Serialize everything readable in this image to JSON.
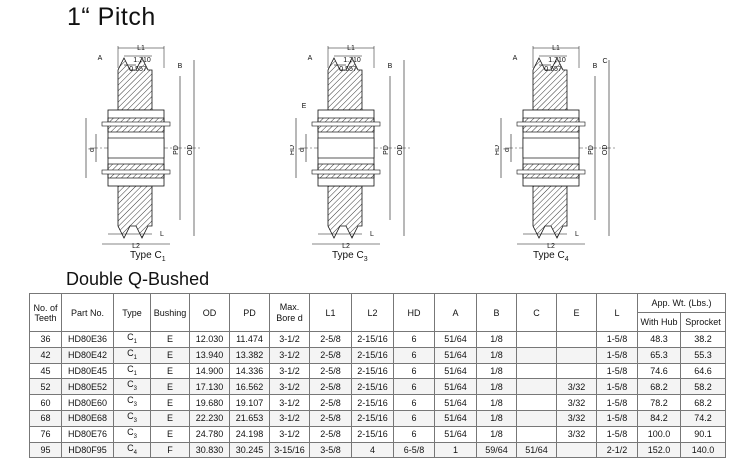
{
  "page": {
    "title": "1“ Pitch",
    "subtitle": "Double Q-Bushed"
  },
  "diagrams": [
    {
      "caption_main": "Type C",
      "caption_sub": "1",
      "labels": {
        "L1": "L1",
        "dim1": "1.710",
        "dim2": "0.557",
        "A": "A",
        "B": "B",
        "E": "",
        "C": "",
        "HD": "",
        "PD": "PD",
        "OD": "OD",
        "d": "d",
        "L": "L",
        "L2": "L2"
      }
    },
    {
      "caption_main": "Type C",
      "caption_sub": "3",
      "labels": {
        "L1": "L1",
        "dim1": "1.710",
        "dim2": "0.557",
        "A": "A",
        "B": "B",
        "E": "E",
        "C": "",
        "HD": "HD",
        "PD": "PD",
        "OD": "OD",
        "d": "d",
        "L": "L",
        "L2": "L2"
      }
    },
    {
      "caption_main": "Type C",
      "caption_sub": "4",
      "labels": {
        "L1": "L1",
        "dim1": "1.710",
        "dim2": "0.557",
        "A": "A",
        "B": "B",
        "E": "",
        "C": "C",
        "HD": "HD",
        "PD": "PD",
        "OD": "OD",
        "d": "d",
        "L": "L",
        "L2": "L2"
      }
    }
  ],
  "table": {
    "headers": {
      "teeth": "No. of Teeth",
      "part": "Part No.",
      "type": "Type",
      "bushing": "Bushing",
      "od": "OD",
      "pd": "PD",
      "bore": "Max. Bore d",
      "l1": "L1",
      "l2": "L2",
      "hd": "HD",
      "a": "A",
      "b": "B",
      "c": "C",
      "e": "E",
      "l": "L",
      "wt": "App. Wt. (Lbs.)",
      "with_hub": "With Hub",
      "sprocket": "Sprocket"
    },
    "rows": [
      {
        "teeth": "36",
        "part": "HD80E36",
        "type_main": "C",
        "type_sub": "1",
        "bushing": "E",
        "od": "12.030",
        "pd": "11.474",
        "bore": "3-1/2",
        "l1": "2-5/8",
        "l2": "2-15/16",
        "hd": "6",
        "a": "51/64",
        "b": "1/8",
        "c": "",
        "e": "",
        "l": "1-5/8",
        "with_hub": "48.3",
        "sprocket": "38.2"
      },
      {
        "teeth": "42",
        "part": "HD80E42",
        "type_main": "C",
        "type_sub": "1",
        "bushing": "E",
        "od": "13.940",
        "pd": "13.382",
        "bore": "3-1/2",
        "l1": "2-5/8",
        "l2": "2-15/16",
        "hd": "6",
        "a": "51/64",
        "b": "1/8",
        "c": "",
        "e": "",
        "l": "1-5/8",
        "with_hub": "65.3",
        "sprocket": "55.3"
      },
      {
        "teeth": "45",
        "part": "HD80E45",
        "type_main": "C",
        "type_sub": "1",
        "bushing": "E",
        "od": "14.900",
        "pd": "14.336",
        "bore": "3-1/2",
        "l1": "2-5/8",
        "l2": "2-15/16",
        "hd": "6",
        "a": "51/64",
        "b": "1/8",
        "c": "",
        "e": "",
        "l": "1-5/8",
        "with_hub": "74.6",
        "sprocket": "64.6"
      },
      {
        "teeth": "52",
        "part": "HD80E52",
        "type_main": "C",
        "type_sub": "3",
        "bushing": "E",
        "od": "17.130",
        "pd": "16.562",
        "bore": "3-1/2",
        "l1": "2-5/8",
        "l2": "2-15/16",
        "hd": "6",
        "a": "51/64",
        "b": "1/8",
        "c": "",
        "e": "3/32",
        "l": "1-5/8",
        "with_hub": "68.2",
        "sprocket": "58.2"
      },
      {
        "teeth": "60",
        "part": "HD80E60",
        "type_main": "C",
        "type_sub": "3",
        "bushing": "E",
        "od": "19.680",
        "pd": "19.107",
        "bore": "3-1/2",
        "l1": "2-5/8",
        "l2": "2-15/16",
        "hd": "6",
        "a": "51/64",
        "b": "1/8",
        "c": "",
        "e": "3/32",
        "l": "1-5/8",
        "with_hub": "78.2",
        "sprocket": "68.2"
      },
      {
        "teeth": "68",
        "part": "HD80E68",
        "type_main": "C",
        "type_sub": "3",
        "bushing": "E",
        "od": "22.230",
        "pd": "21.653",
        "bore": "3-1/2",
        "l1": "2-5/8",
        "l2": "2-15/16",
        "hd": "6",
        "a": "51/64",
        "b": "1/8",
        "c": "",
        "e": "3/32",
        "l": "1-5/8",
        "with_hub": "84.2",
        "sprocket": "74.2"
      },
      {
        "teeth": "76",
        "part": "HD80E76",
        "type_main": "C",
        "type_sub": "3",
        "bushing": "E",
        "od": "24.780",
        "pd": "24.198",
        "bore": "3-1/2",
        "l1": "2-5/8",
        "l2": "2-15/16",
        "hd": "6",
        "a": "51/64",
        "b": "1/8",
        "c": "",
        "e": "3/32",
        "l": "1-5/8",
        "with_hub": "100.0",
        "sprocket": "90.1"
      },
      {
        "teeth": "95",
        "part": "HD80F95",
        "type_main": "C",
        "type_sub": "4",
        "bushing": "F",
        "od": "30.830",
        "pd": "30.245",
        "bore": "3-15/16",
        "l1": "3-5/8",
        "l2": "4",
        "hd": "6-5/8",
        "a": "1",
        "b": "59/64",
        "c": "51/64",
        "e": "",
        "l": "2-1/2",
        "with_hub": "152.0",
        "sprocket": "140.0"
      }
    ]
  }
}
